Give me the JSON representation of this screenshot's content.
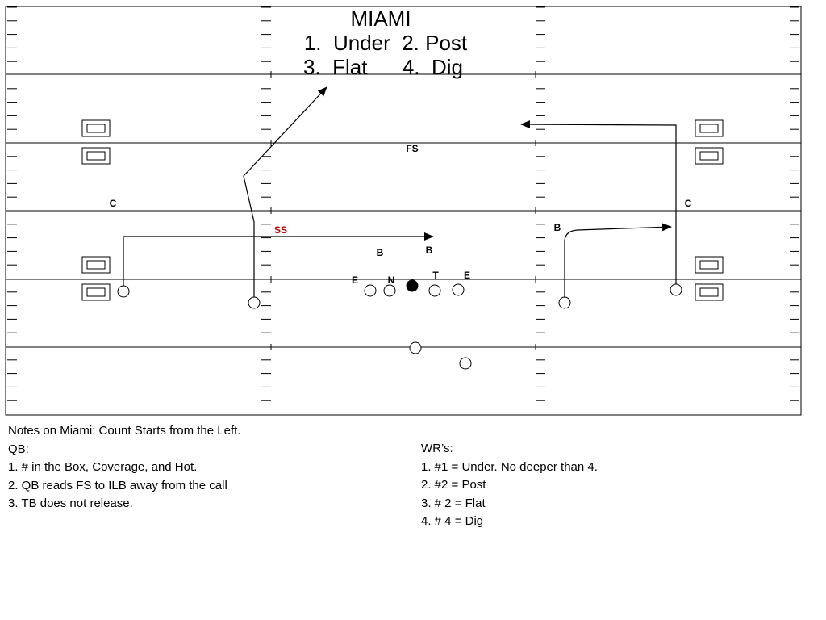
{
  "title": {
    "play_name": "MIAMI",
    "line1": "1.  Under  2. Post",
    "line2": "3.  Flat      4.  Dig"
  },
  "defense": {
    "fs": "FS",
    "ss": "SS",
    "corner_left": "C",
    "corner_right": "C",
    "backer_left": "B",
    "backer_middle": "B",
    "backer_right": "B",
    "end_left": "E",
    "nose": "N",
    "tackle": "T",
    "end_right": "E"
  },
  "notes": {
    "heading": "Notes on Miami:  Count Starts from the Left.",
    "qb": {
      "title": "QB:",
      "items": [
        "1.  # in the Box, Coverage, and Hot.",
        "2.  QB reads FS to ILB away from the call",
        "3.  TB does not release."
      ]
    },
    "wr": {
      "title": "WR’s:",
      "items": [
        "1.  #1 = Under.  No deeper than 4.",
        "2.  #2 = Post",
        "3.  # 2 = Flat",
        "4. # 4 = Dig"
      ]
    }
  },
  "colors": {
    "ink": "#000000",
    "strong_safety": "#c00000",
    "background": "#ffffff"
  }
}
